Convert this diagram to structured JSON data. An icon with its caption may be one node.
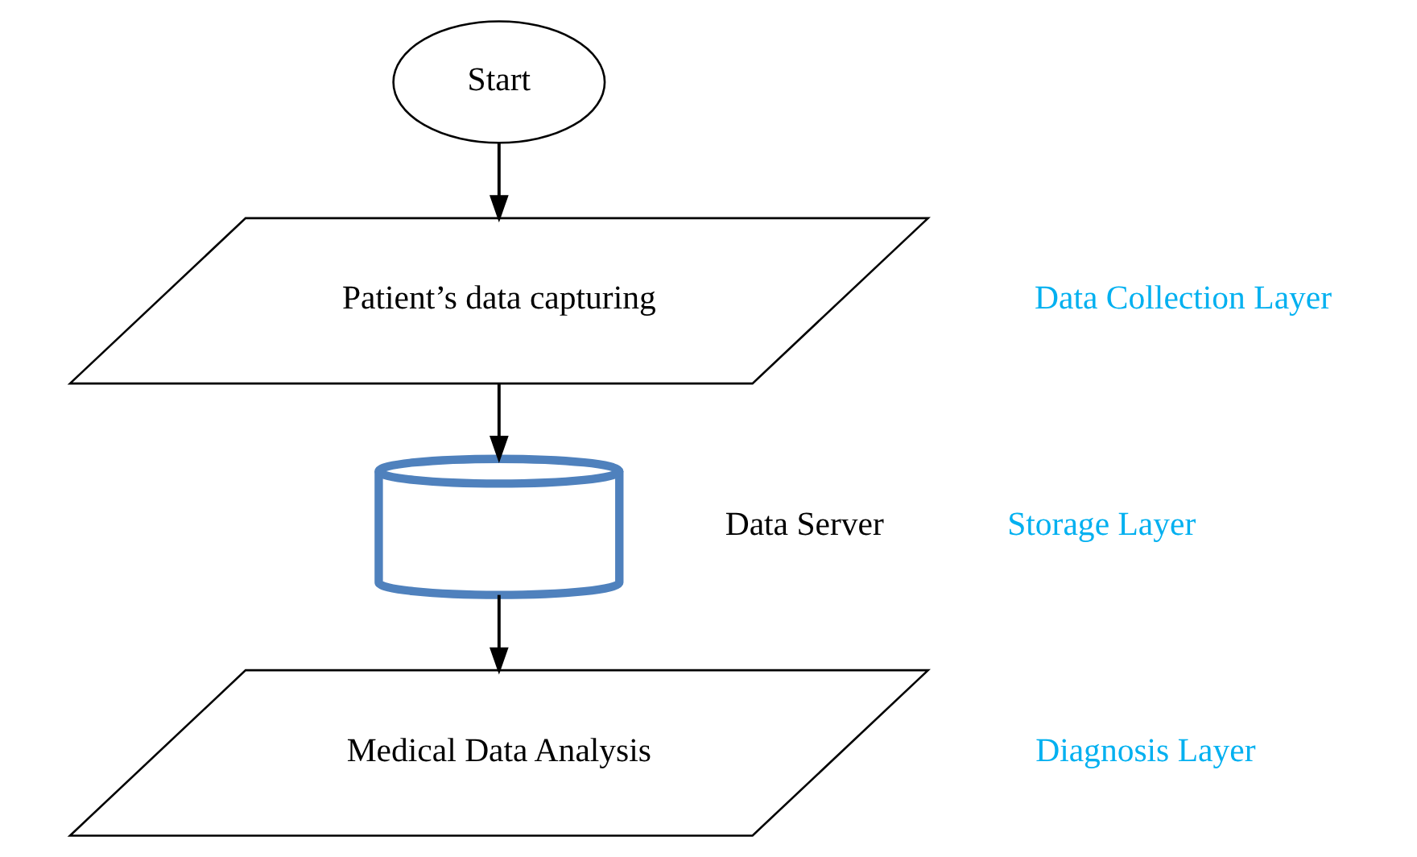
{
  "diagram": {
    "nodes": [
      {
        "text": [
          "Start"
        ]
      },
      {
        "text": [
          "Patient’s data capturing"
        ]
      },
      {
        "text": [],
        "shape": "cylinder",
        "beside": [
          "Data Server"
        ]
      },
      {
        "text": [
          "Medical Data Analysis"
        ]
      }
    ],
    "edges": [
      {
        "from": 0,
        "to": 1,
        "arrow": "to"
      },
      {
        "from": 1,
        "to": 2,
        "arrow": "to"
      },
      {
        "from": 2,
        "to": 3,
        "arrow": "to"
      }
    ],
    "labels": [
      "Data Collection Layer",
      "Storage Layer",
      "Diagnosis Layer"
    ]
  }
}
